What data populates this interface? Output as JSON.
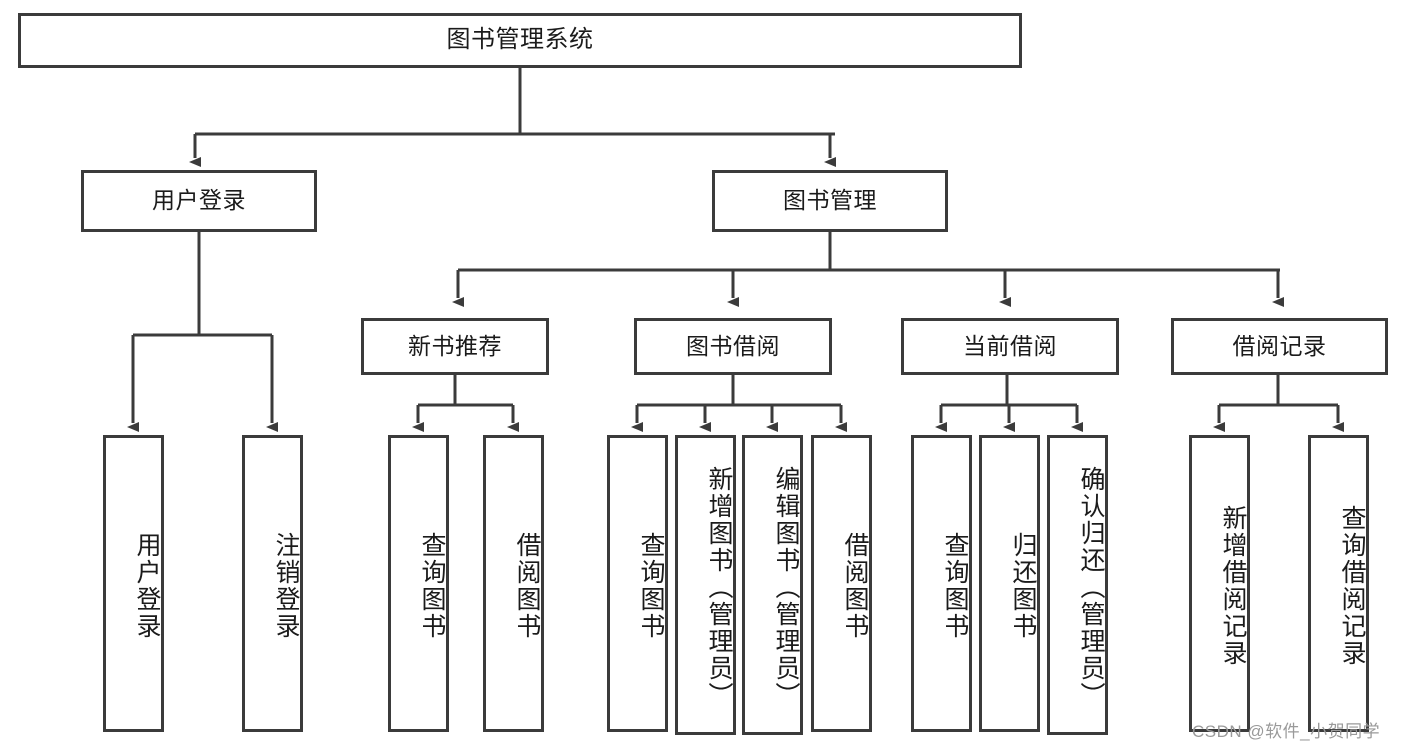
{
  "diagram": {
    "title": "图书管理系统",
    "type": "tree-hierarchy-chart",
    "line_color": "#3b3b3b",
    "box_fill": "#ffffff",
    "text_color": "#1b1b1b",
    "watermark": "CSDN @软件_小贺同学",
    "levels": {
      "root": {
        "label": "图书管理系统"
      },
      "level2": [
        {
          "label": "用户登录"
        },
        {
          "label": "图书管理"
        }
      ],
      "level3": [
        {
          "label": "新书推荐"
        },
        {
          "label": "图书借阅"
        },
        {
          "label": "当前借阅"
        },
        {
          "label": "借阅记录"
        }
      ],
      "leaves": {
        "user_login": [
          {
            "label": "用户登录"
          },
          {
            "label": "注销登录"
          }
        ],
        "new_book_recommend": [
          {
            "label": "查询图书"
          },
          {
            "label": "借阅图书"
          }
        ],
        "book_borrow": [
          {
            "label": "查询图书"
          },
          {
            "label": "新增图书（管理员）"
          },
          {
            "label": "编辑图书（管理员）"
          },
          {
            "label": "借阅图书"
          }
        ],
        "current_borrow": [
          {
            "label": "查询图书"
          },
          {
            "label": "归还图书"
          },
          {
            "label": "确认归还（管理员）"
          }
        ],
        "borrow_record": [
          {
            "label": "新增借阅记录"
          },
          {
            "label": "查询借阅记录"
          }
        ]
      }
    }
  }
}
